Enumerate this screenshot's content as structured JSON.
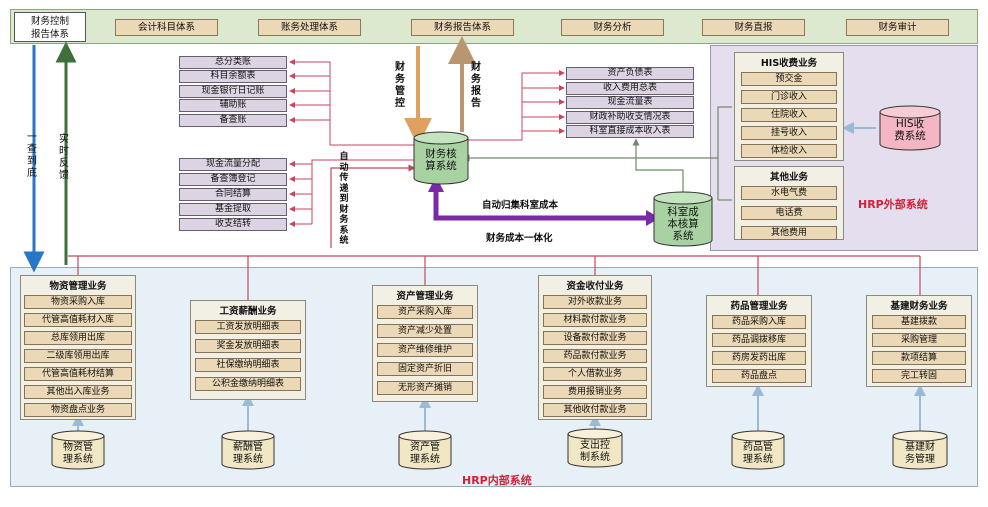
{
  "top": {
    "title": "财务控制\n报告体系",
    "items": [
      "会计科目体系",
      "账务处理体系",
      "财务报告体系",
      "财务分析",
      "财务直报",
      "财务审计"
    ]
  },
  "left_arrows": {
    "down": "一\n查\n到\n底",
    "up": "实\n时\n反\n馈"
  },
  "mid_arrows": {
    "control": "财\n务\n管\n控",
    "report": "财\n务\n报\n告",
    "auto": "自\n动\n传\n递\n到\n财\n务\n系\n统"
  },
  "ledgers": [
    "总分类账",
    "科目余额表",
    "现金银行日记账",
    "辅助账",
    "备查账"
  ],
  "ledgers2": [
    "现金流量分配",
    "备查簿登记",
    "合同结算",
    "基金提取",
    "收支结转"
  ],
  "reports": [
    "资产负债表",
    "收入费用总表",
    "现金流量表",
    "财政补助收支情况表",
    "科室直接成本收入表"
  ],
  "core": "财务核\n算系统",
  "cost": "科室成\n本核算\n系统",
  "flow_labels": {
    "collect": "自动归集科室成本",
    "integrate": "财务成本一体化"
  },
  "external": {
    "caption": "HRP外部系统",
    "his_title": "HIS收费业务",
    "his_items": [
      "预交金",
      "门诊收入",
      "住院收入",
      "挂号收入",
      "体检收入"
    ],
    "his_system": "HIS收\n费系统",
    "other_title": "其他业务",
    "other_items": [
      "水电气费",
      "电话费",
      "其他费用"
    ]
  },
  "internal": {
    "caption": "HRP内部系统",
    "panels": [
      {
        "title": "物资管理业务",
        "items": [
          "物资采购入库",
          "代管高值耗材入库",
          "总库领用出库",
          "二级库领用出库",
          "代管高值耗材结算",
          "其他出入库业务",
          "物资盘点业务"
        ],
        "system": "物资管\n理系统"
      },
      {
        "title": "工资薪酬业务",
        "items": [
          "工资发放明细表",
          "奖金发放明细表",
          "社保缴纳明细表",
          "公积金缴纳明细表"
        ],
        "system": "薪酬管\n理系统"
      },
      {
        "title": "资产管理业务",
        "items": [
          "资产采购入库",
          "资产减少处置",
          "资产维修维护",
          "固定资产折旧",
          "无形资产摊销"
        ],
        "system": "资产管\n理系统"
      },
      {
        "title": "资金收付业务",
        "items": [
          "对外收款业务",
          "材料款付款业务",
          "设备款付款业务",
          "药品款付款业务",
          "个人借款业务",
          "费用报销业务",
          "其他收付款业务"
        ],
        "system": "支出控\n制系统"
      },
      {
        "title": "药品管理业务",
        "items": [
          "药品采购入库",
          "药品调拨移库",
          "药房发药出库",
          "药品盘点"
        ],
        "system": "药品管\n理系统"
      },
      {
        "title": "基建财务业务",
        "items": [
          "基建拨款",
          "采购管理",
          "款项结算",
          "完工转固"
        ],
        "system": "基建财\n务管理"
      }
    ]
  }
}
